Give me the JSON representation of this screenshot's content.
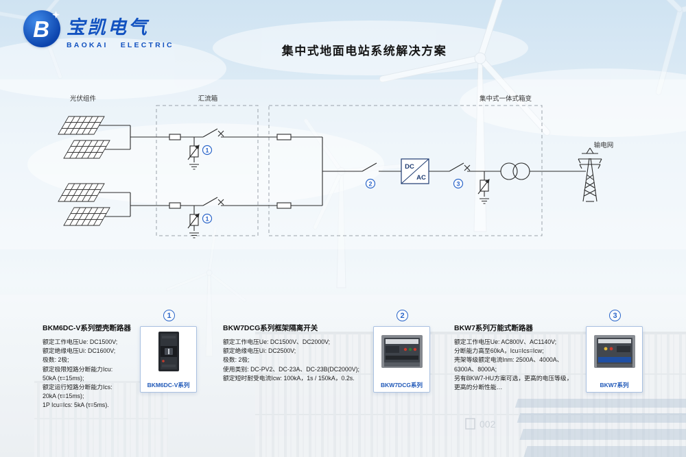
{
  "brand": {
    "cn": "宝凯电气",
    "en": "BAOKAI ELECTRIC",
    "logo_letter": "B"
  },
  "title": "集中式地面电站系统解决方案",
  "diagram": {
    "labels": {
      "pv": "光伏组件",
      "combiner": "汇流箱",
      "station": "集中式一体式箱变",
      "grid": "输电网",
      "dc": "DC",
      "ac": "AC",
      "n1": "1",
      "n2": "2",
      "n3": "3"
    }
  },
  "background": {
    "container_code": "002"
  },
  "products": [
    {
      "badge": "1",
      "name": "BKM6DC-V系列塑壳断路器",
      "series": "BKM6DC-V系列",
      "specs": [
        "额定工作电压Ue: DC1500V;",
        "额定绝缘电压Ui: DC1600V;",
        "极数: 2极;",
        "额定极限短路分断能力Icu:",
        "50kA (τ=15ms);",
        "额定运行短路分断能力Ics:",
        "20kA (τ=15ms);",
        "1P Icu=Ics: 5kA (τ=5ms)."
      ]
    },
    {
      "badge": "2",
      "name": "BKW7DCG系列框架隔离开关",
      "series": "BKW7DCG系列",
      "specs": [
        "额定工作电压Ue: DC1500V、DC2000V;",
        "额定绝缘电压Ui: DC2500V;",
        "极数: 2极;",
        "使用类别: DC-PV2、DC-23A、DC-23B(DC2000V);",
        "额定短时耐受电流Icw: 100kA，1s / 150kA，0.2s."
      ]
    },
    {
      "badge": "3",
      "name": "BKW7系列万能式断路器",
      "series": "BKW7系列",
      "specs": [
        "额定工作电压Ue: AC800V、AC1140V;",
        "分断能力高至60kA，Icu=Ics=Icw;",
        "壳架等级额定电流Inm: 2500A、4000A、",
        "6300A、8000A;",
        "另有BKW7-HU方案可选，更高的电压等级，",
        "更高的分断性能…"
      ]
    }
  ],
  "colors": {
    "brand_blue": "#1252c0",
    "badge_blue": "#2b66c9",
    "wire": "#2a2a2a"
  }
}
